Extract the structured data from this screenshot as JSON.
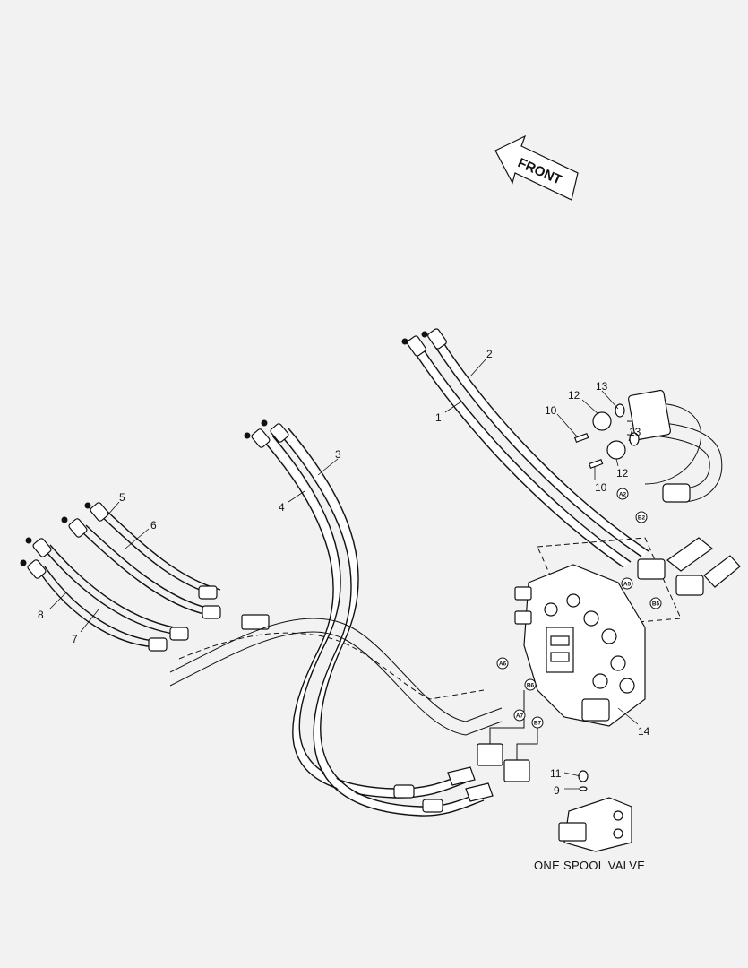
{
  "front_label": "FRONT",
  "caption": "ONE SPOOL VALVE",
  "callouts": [
    {
      "id": "c2",
      "text": "2"
    },
    {
      "id": "c1",
      "text": "1"
    },
    {
      "id": "c13a",
      "text": "13"
    },
    {
      "id": "c12a",
      "text": "12"
    },
    {
      "id": "c10a",
      "text": "10"
    },
    {
      "id": "c13b",
      "text": "13"
    },
    {
      "id": "c12b",
      "text": "12"
    },
    {
      "id": "c10b",
      "text": "10"
    },
    {
      "id": "c3",
      "text": "3"
    },
    {
      "id": "c4",
      "text": "4"
    },
    {
      "id": "c5",
      "text": "5"
    },
    {
      "id": "c6",
      "text": "6"
    },
    {
      "id": "c8",
      "text": "8"
    },
    {
      "id": "c7",
      "text": "7"
    },
    {
      "id": "c14",
      "text": "14"
    },
    {
      "id": "c11",
      "text": "11"
    },
    {
      "id": "c9",
      "text": "9"
    }
  ],
  "port_tags": [
    {
      "id": "A2",
      "text": "A2"
    },
    {
      "id": "B2",
      "text": "B2"
    },
    {
      "id": "A5",
      "text": "A5"
    },
    {
      "id": "B5",
      "text": "B5"
    },
    {
      "id": "A6",
      "text": "A6"
    },
    {
      "id": "B6",
      "text": "B6"
    },
    {
      "id": "A7",
      "text": "A7"
    },
    {
      "id": "B7",
      "text": "B7"
    }
  ]
}
